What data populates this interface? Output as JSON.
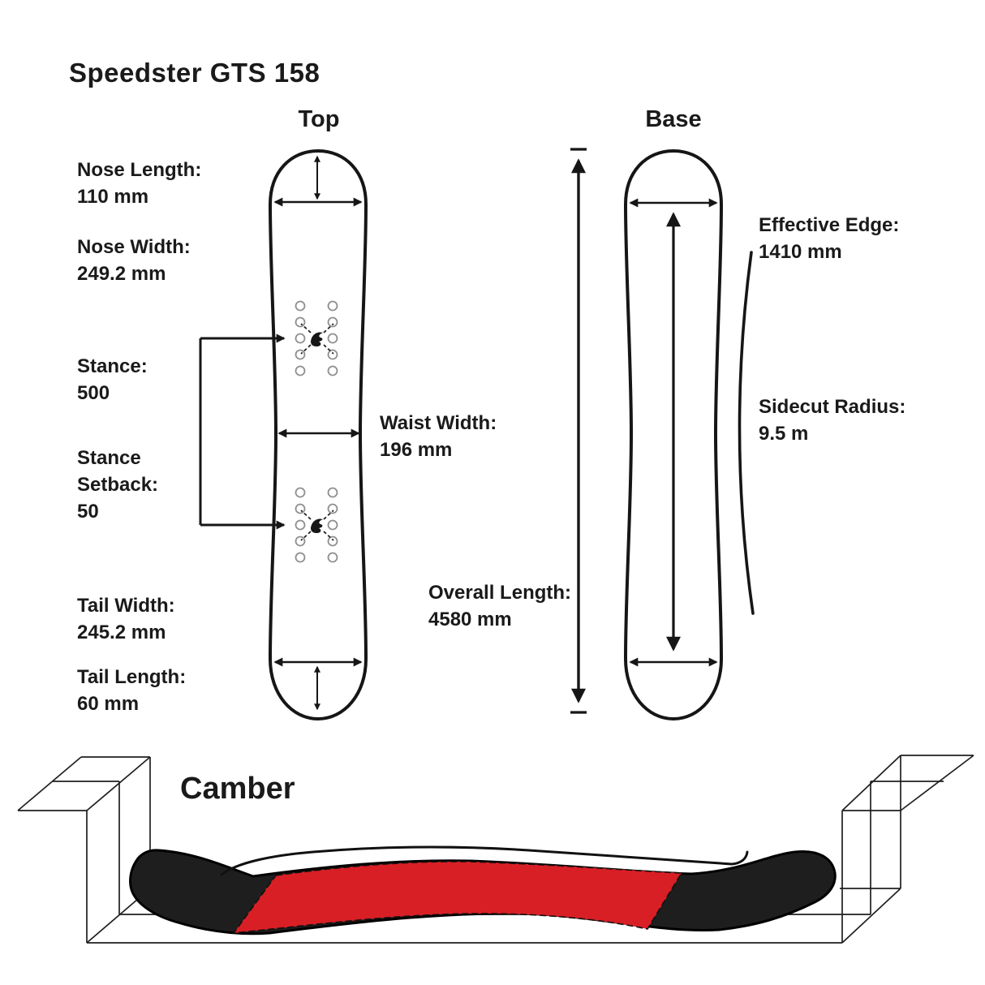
{
  "title": "Speedster GTS 158",
  "views": {
    "top": {
      "heading": "Top"
    },
    "base": {
      "heading": "Base"
    },
    "camber": {
      "heading": "Camber"
    }
  },
  "specs": {
    "nose_length": {
      "label": "Nose Length:",
      "value": "110 mm"
    },
    "nose_width": {
      "label": "Nose Width:",
      "value": "249.2 mm"
    },
    "stance": {
      "label": "Stance:",
      "value": "500"
    },
    "stance_setback": {
      "label_line1": "Stance",
      "label_line2": "Setback:",
      "value": "50"
    },
    "waist_width": {
      "label": "Waist Width:",
      "value": "196 mm"
    },
    "tail_width": {
      "label": "Tail Width:",
      "value": "245.2 mm"
    },
    "tail_length": {
      "label": "Tail Length:",
      "value": "60 mm"
    },
    "effective_edge": {
      "label": "Effective Edge:",
      "value": "1410 mm"
    },
    "sidecut_radius": {
      "label": "Sidecut Radius:",
      "value": "9.5 m"
    },
    "overall_length": {
      "label": "Overall Length:",
      "value": "4580 mm"
    }
  },
  "colors": {
    "ink": "#1a1a1a",
    "accent_red": "#d81f25",
    "insert_ring_gray": "#8f8f8f"
  }
}
